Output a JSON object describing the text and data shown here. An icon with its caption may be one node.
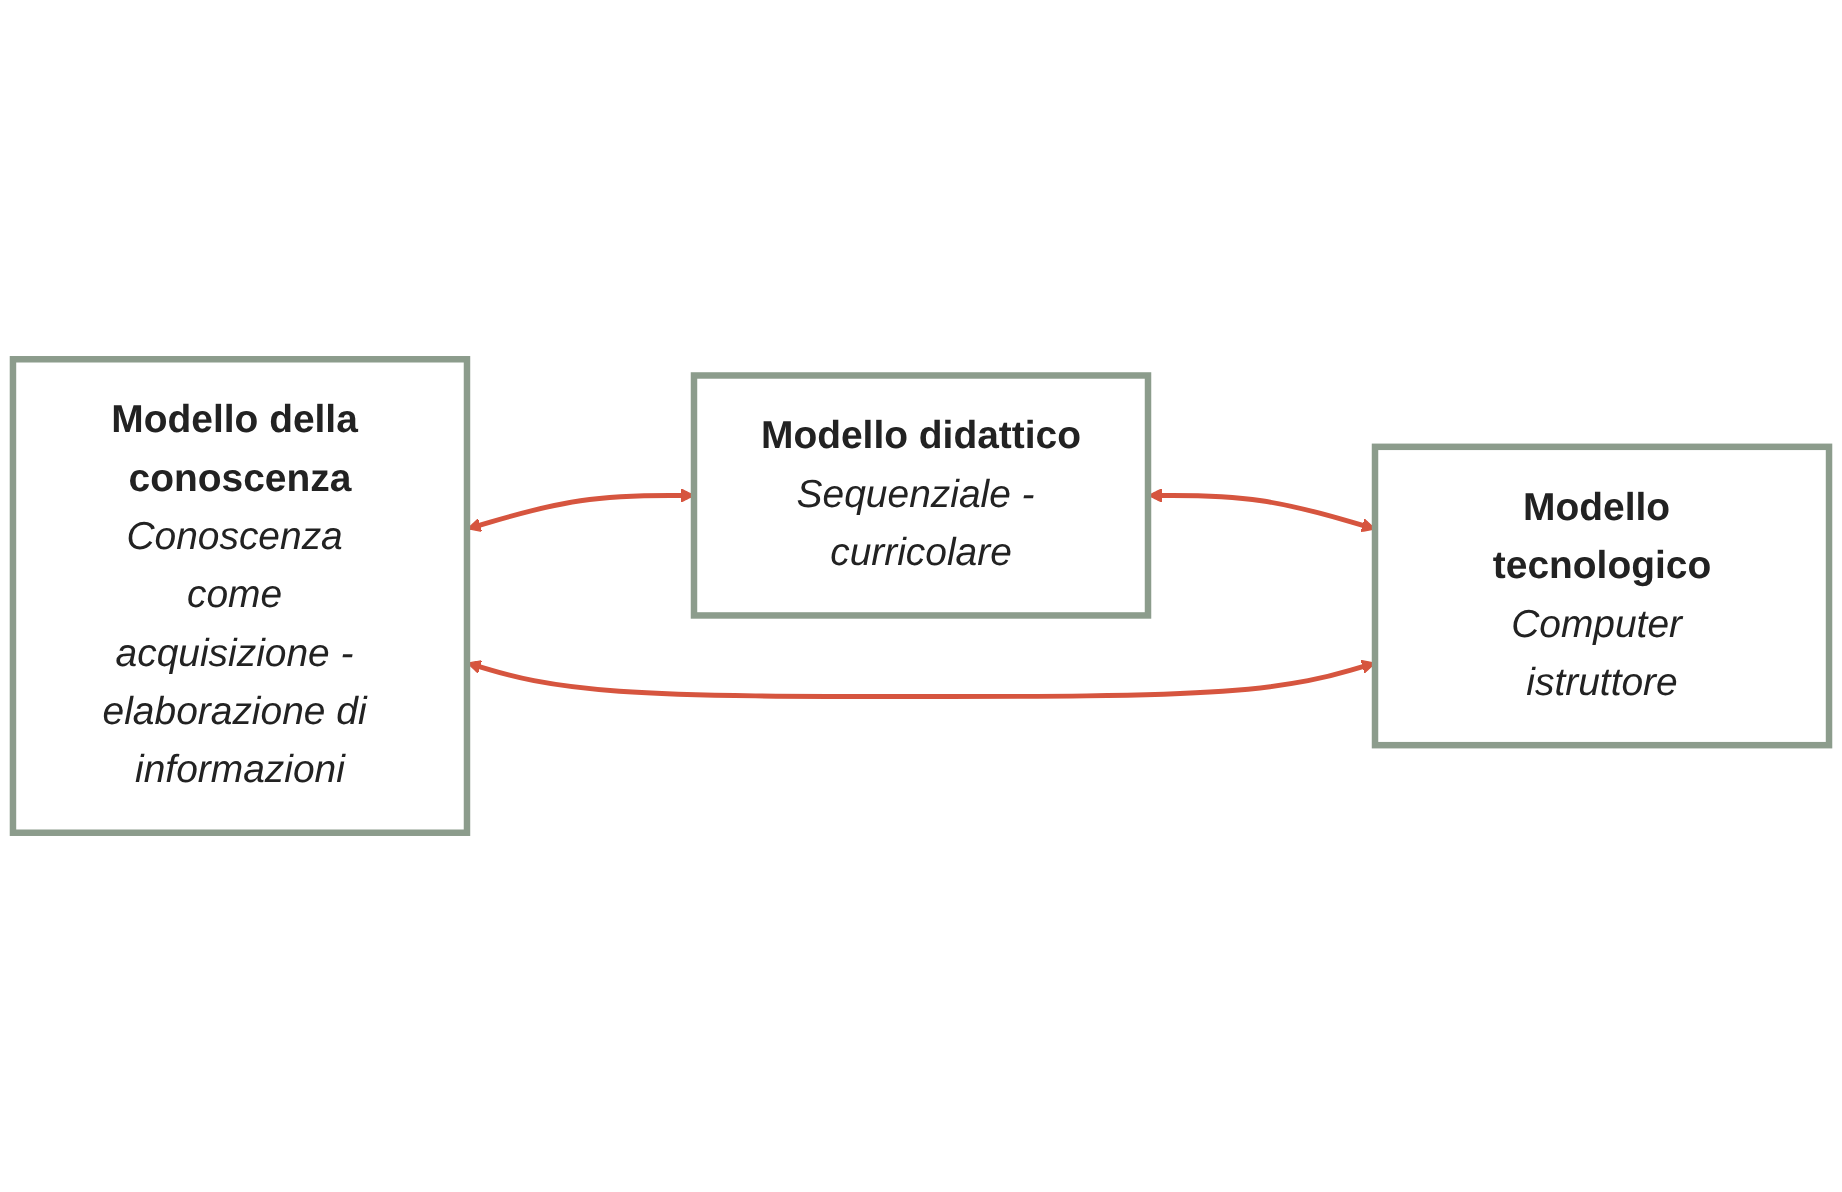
{
  "diagram": {
    "nodes": [
      {
        "text": [
          "Modello della conoscenza",
          "Conoscenza come acquisizione - elaborazione di informazioni"
        ]
      },
      {
        "text": [
          "Modello didattico",
          "Sequenziale - curricolare"
        ]
      },
      {
        "text": [
          "Modello tecnologico",
          "Computer istruttore"
        ]
      }
    ],
    "edges": [
      {
        "from": 0,
        "to": 1,
        "arrow": "both"
      },
      {
        "from": 1,
        "to": 2,
        "arrow": "both"
      },
      {
        "from": 0,
        "to": 2,
        "arrow": "both"
      }
    ]
  }
}
